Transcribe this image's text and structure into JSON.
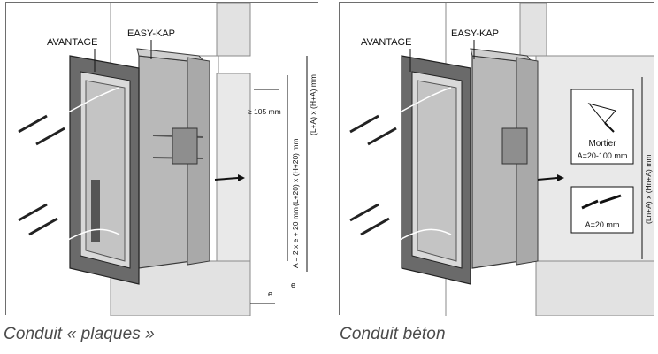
{
  "left_panel": {
    "label_avantage": "AVANTAGE",
    "label_easykap": "EASY-KAP",
    "dim_top": "≥ 105 mm",
    "dim_outer": "(L+A) x (H+A) mm",
    "dim_inner": "(L+20) x (H+20) mm",
    "dim_a": "A = 2 x e + 20 mm",
    "dim_e1": "e",
    "dim_e2": "e",
    "caption": "Conduit « plaques »"
  },
  "right_panel": {
    "label_avantage": "AVANTAGE",
    "label_easykap": "EASY-KAP",
    "mortier_title": "Mortier",
    "mortier_value": "A=20-100 mm",
    "screw_value": "A=20 mm",
    "dim_outer": "(Ln+A) x (Hn+A) mm",
    "caption": "Conduit béton"
  },
  "colors": {
    "wall": "#e2e2e2",
    "frame_dark": "#606060",
    "frame_light": "#9a9a9a",
    "box": "#bdbdbd",
    "line": "#2a2a2a"
  }
}
